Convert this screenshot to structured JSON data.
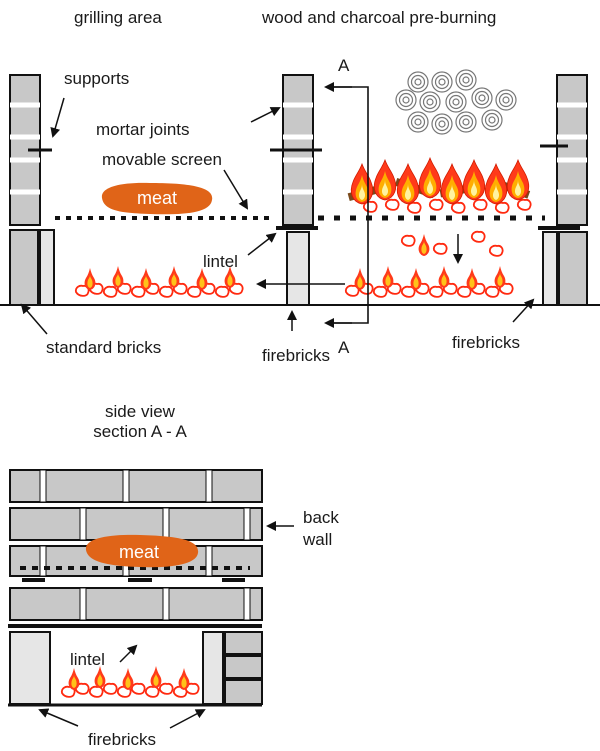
{
  "top_view": {
    "grilling_area": "grilling area",
    "preburning": "wood and charcoal pre-burning",
    "supports": "supports",
    "mortar_joints": "mortar joints",
    "movable_screen": "movable screen",
    "meat": "meat",
    "lintel": "lintel",
    "standard_bricks": "standard bricks",
    "firebricks_center": "firebricks",
    "firebricks_right": "firebricks",
    "section_mark_top": "A",
    "section_mark_bottom": "A"
  },
  "side_view": {
    "title_line1": "side view",
    "title_line2": "section A - A",
    "back_wall_line1": "back",
    "back_wall_line2": "wall",
    "meat": "meat",
    "lintel": "lintel",
    "firebricks": "firebricks"
  },
  "colors": {
    "brick": "#c8c8c8",
    "firebrick": "#e6e6e6",
    "meat": "#e06418",
    "flame_outer": "#ff3a1a",
    "flame_mid": "#ffae00",
    "flame_core": "#fff3a0",
    "ember_red": "#ff2a10",
    "wood": "#7a4a1c",
    "line": "#111111"
  }
}
